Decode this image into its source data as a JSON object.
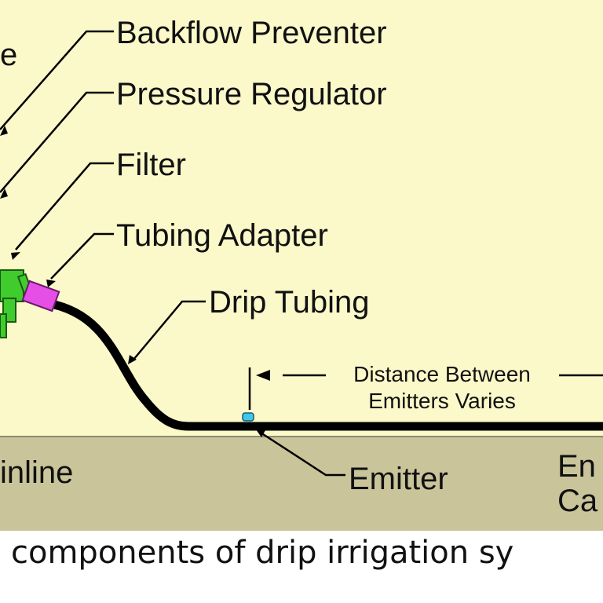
{
  "labels": {
    "partial_top": "e",
    "backflow": "Backflow Preventer",
    "pressure": "Pressure Regulator",
    "filter": "Filter",
    "adapter": "Tubing Adapter",
    "drip": "Drip Tubing",
    "distance_line1": "Distance Between",
    "distance_line2": "Emitters Varies",
    "mainline": "inline",
    "emitter": "Emitter",
    "end_line1": "En",
    "end_line2": "Ca"
  },
  "caption": "components of drip irrigation sy",
  "colors": {
    "background": "#fbf8c9",
    "ground": "#c9c49a",
    "tubing": "#000000",
    "fittings": "#3fcc2c",
    "adapter": "#e64fe6",
    "emitter": "#40c8e8"
  }
}
